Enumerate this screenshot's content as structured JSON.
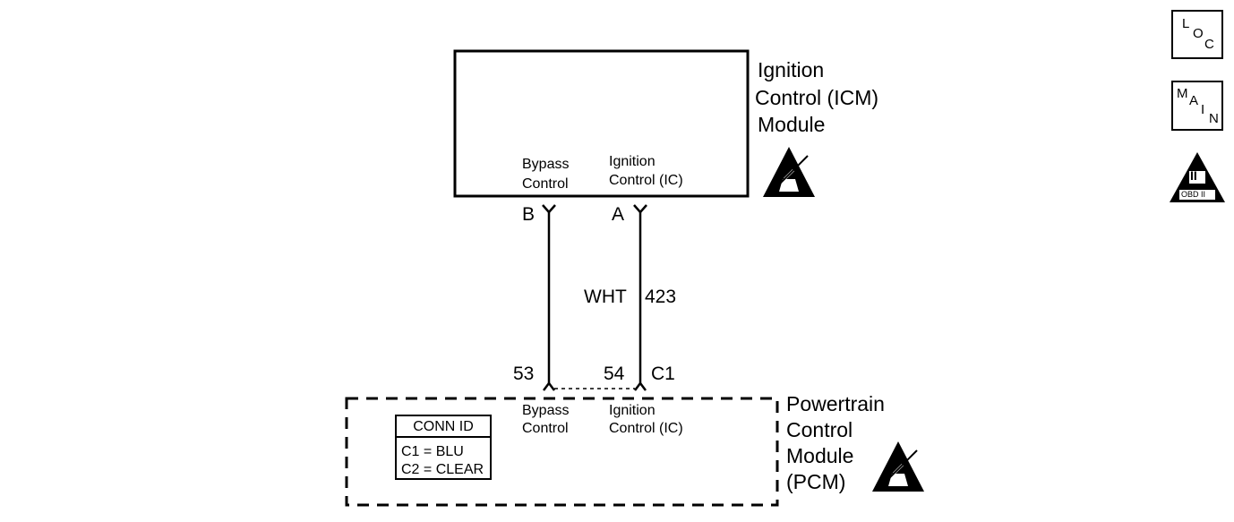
{
  "icm": {
    "name_line1": "Ignition",
    "name_line2": "Control (ICM)",
    "name_line3": "Module",
    "pin_b_label_line1": "Bypass",
    "pin_b_label_line2": "Control",
    "pin_a_label_line1": "Ignition",
    "pin_a_label_line2": "Control (IC)",
    "pin_b": "B",
    "pin_a": "A"
  },
  "wire": {
    "color": "WHT",
    "circuit": "423"
  },
  "pcm": {
    "name_line1": "Powertrain",
    "name_line2": "Control",
    "name_line3": "Module",
    "name_line4": "(PCM)",
    "pin_53": "53",
    "pin_54": "54",
    "connector": "C1",
    "pin_53_label_line1": "Bypass",
    "pin_53_label_line2": "Control",
    "pin_54_label_line1": "Ignition",
    "pin_54_label_line2": "Control (IC)"
  },
  "conn_id": {
    "title": "CONN ID",
    "row1": "C1 = BLU",
    "row2": "C2 = CLEAR"
  },
  "side_icons": {
    "loc_l": "L",
    "loc_o": "O",
    "loc_c": "C",
    "main_m": "M",
    "main_a": "A",
    "main_i": "I",
    "main_n": "N",
    "obd_roman": "II",
    "obd_text": "OBD II"
  },
  "colors": {
    "line": "#000000",
    "background": "#ffffff"
  }
}
